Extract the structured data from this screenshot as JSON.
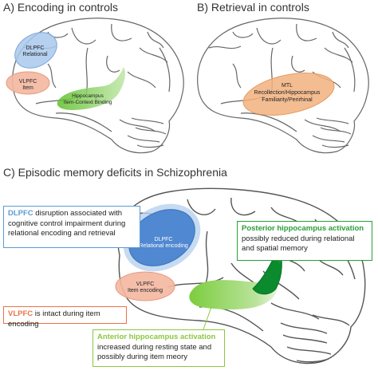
{
  "panels": {
    "a": {
      "title": "A) Encoding in controls"
    },
    "b": {
      "title": "B) Retrieval in controls"
    },
    "c": {
      "title": "C) Episodic memory deficits in Schizophrenia"
    }
  },
  "regions_a": {
    "dlpfc": {
      "line1": "DLPFC",
      "line2": "Relational"
    },
    "vlpfc": {
      "line1": "VLPFC",
      "line2": "Item"
    },
    "hippo": {
      "line1": "Hippocampus",
      "line2": "Item-Context Binding"
    }
  },
  "regions_b": {
    "mtl": {
      "line1": "MTL",
      "line2": "Recollection/Hippocampus",
      "line3": "Familiarity/Perirhinal"
    }
  },
  "regions_c": {
    "dlpfc": {
      "line1": "DLPFC",
      "line2": "Relational encoding"
    },
    "vlpfc": {
      "line1": "VLPFC",
      "line2": "Item encoding"
    }
  },
  "boxes": {
    "dlpfc": {
      "highlight": "DLPFC",
      "text": " disruption associated with cognitive control impairment during relational encoding and retrieval",
      "color": "#5b9bd5"
    },
    "vlpfc": {
      "highlight": "VLPFC",
      "text": " is intact during item encoding",
      "color": "#e8734a"
    },
    "posterior": {
      "highlight": "Posterior hippocampus activation",
      "text": " possibly reduced during relational and spatial memory",
      "color": "#2a9d3a"
    },
    "anterior": {
      "highlight": "Anterior hippocampus activation",
      "text": " increased during resting state and possibly during item meory",
      "color": "#8cc63f"
    }
  }
}
